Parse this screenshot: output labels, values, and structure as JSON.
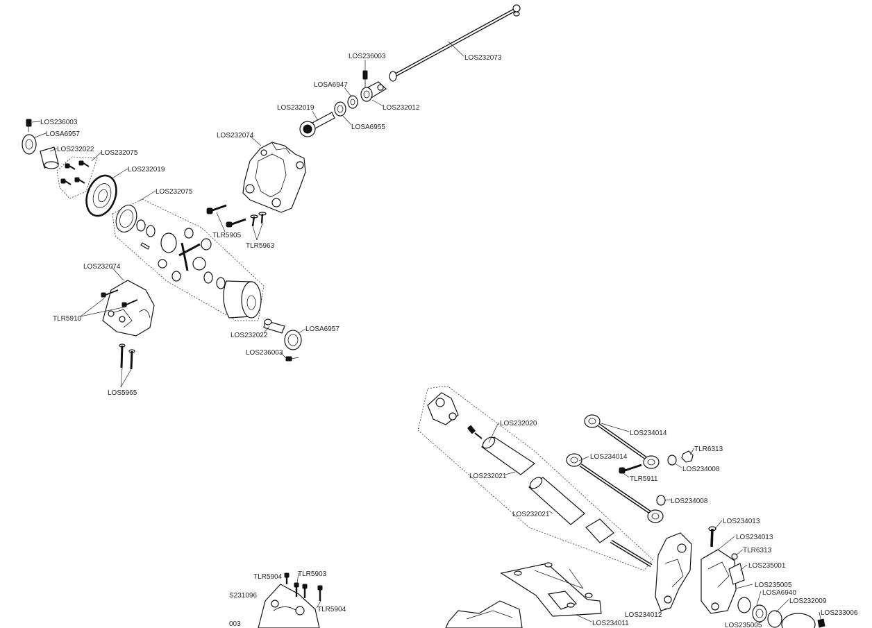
{
  "labels": {
    "l01": "LOS236003",
    "l02": "LOS232073",
    "l03": "LOSA6947",
    "l04": "LOS232012",
    "l05": "LOS232019",
    "l06": "LOSA6955",
    "l07": "LOS236003",
    "l08": "LOSA6957",
    "l09": "LOS232022",
    "l10": "LOS232075",
    "l11": "LOS232019",
    "l12": "LOS232074",
    "l13": "LOS232075",
    "l14": "TLR5905",
    "l15": "TLR5963",
    "l16": "LOS232074",
    "l17": "TLR5910",
    "l18": "LOS232022",
    "l19": "LOSA6957",
    "l20": "LOS236003",
    "l21": "LOS5965",
    "l22": "LOS232020",
    "l23": "LOS234014",
    "l24": "TLR6313",
    "l25": "LOS234014",
    "l26": "LOS234008",
    "l27": "TLR5911",
    "l28": "LOS232021",
    "l29": "LOS234008",
    "l30": "LOS232021",
    "l31": "LOS234013",
    "l32": "LOS234013",
    "l33": "TLR6313",
    "l34": "LOS235001",
    "l35": "TLR5904",
    "l36": "TLR5903",
    "l37": "S231096",
    "l38": "TLR5904",
    "l39": "003",
    "l40": "LOS235005",
    "l41": "LOSA6940",
    "l42": "LOS232009",
    "l43": "LOS234012",
    "l44": "LOS233006",
    "l45": "LOS234011",
    "l46": "LOS235005"
  }
}
